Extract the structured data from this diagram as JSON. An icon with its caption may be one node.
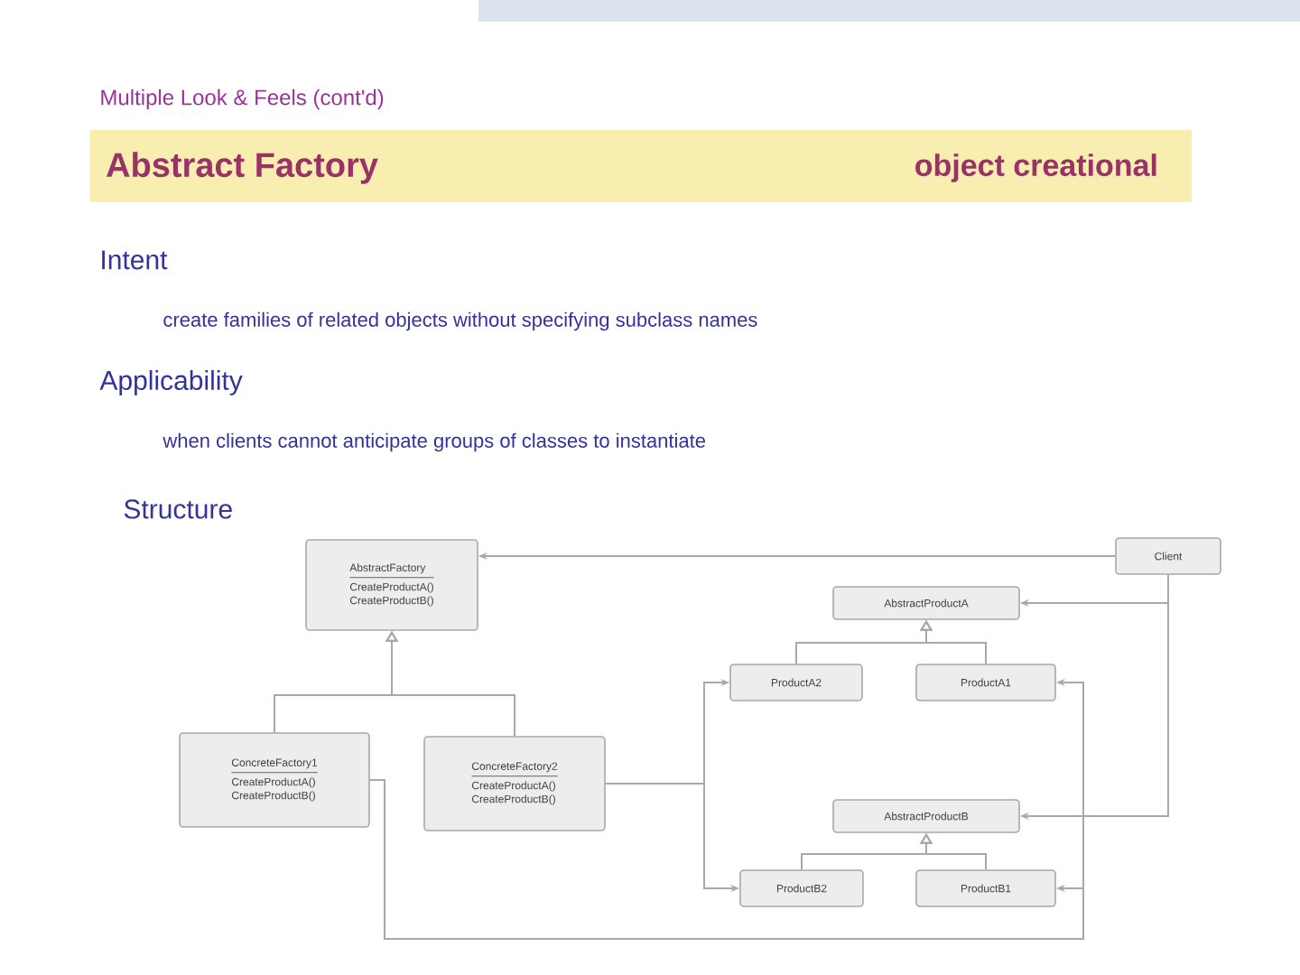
{
  "diagram": {
    "title": "Abstract Factory",
    "nodes": [
      {
        "text": [
          "AbstractFactory",
          "CreateProductA()",
          "CreateProductB()"
        ]
      },
      {
        "text": [
          "ConcreteFactory1",
          "CreateProductA()",
          "CreateProductB()"
        ]
      },
      {
        "text": [
          "ConcreteFactory2",
          "CreateProductA()",
          "CreateProductB()"
        ]
      },
      {
        "text": [
          "Client"
        ]
      },
      {
        "text": [
          "AbstractProductA"
        ]
      },
      {
        "text": [
          "ProductA2"
        ]
      },
      {
        "text": [
          "ProductA1"
        ]
      },
      {
        "text": [
          "AbstractProductB"
        ]
      },
      {
        "text": [
          "ProductB2"
        ]
      },
      {
        "text": [
          "ProductB1"
        ]
      }
    ],
    "edges": [
      {
        "from": 1,
        "to": 0,
        "arrow": "to"
      },
      {
        "from": 2,
        "to": 0,
        "arrow": "to"
      },
      {
        "from": 3,
        "to": 0,
        "arrow": "to"
      },
      {
        "from": 3,
        "to": 4,
        "arrow": "to"
      },
      {
        "from": 3,
        "to": 7,
        "arrow": "to"
      },
      {
        "from": 5,
        "to": 4,
        "arrow": "to"
      },
      {
        "from": 6,
        "to": 4,
        "arrow": "to"
      },
      {
        "from": 8,
        "to": 7,
        "arrow": "to"
      },
      {
        "from": 9,
        "to": 7,
        "arrow": "to"
      },
      {
        "from": 1,
        "to": 6,
        "arrow": "to"
      },
      {
        "from": 1,
        "to": 9,
        "arrow": "to"
      },
      {
        "from": 2,
        "to": 5,
        "arrow": "to"
      },
      {
        "from": 2,
        "to": 8,
        "arrow": "to"
      }
    ],
    "labels": [
      "Multiple Look & Feels (cont'd)",
      "object creational",
      "Intent",
      "create families of related objects without specifying subclass names",
      "Applicability",
      "when clients cannot anticipate groups of classes to instantiate",
      "Structure"
    ]
  }
}
